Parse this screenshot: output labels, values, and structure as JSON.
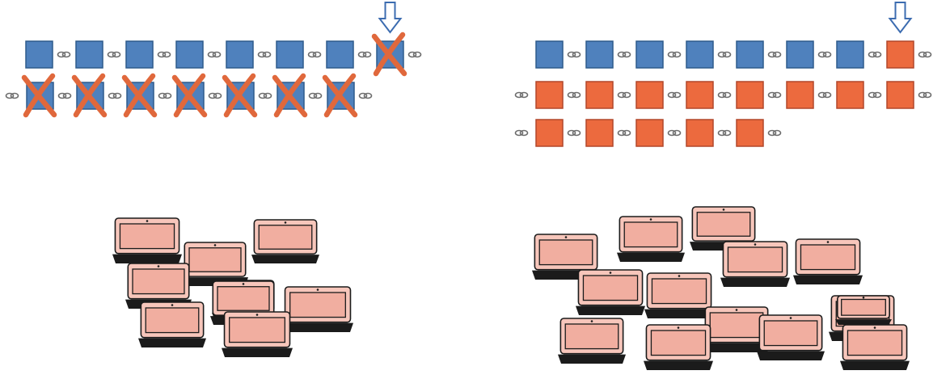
{
  "colors": {
    "blue_block": "#4f81bd",
    "blue_block_border": "#2f5b8c",
    "orange_block": "#ec6a3e",
    "orange_block_border": "#b2472a",
    "cross": "#e0683c",
    "chain_link": "#6d6d6d",
    "arrow_stroke": "#3c6cb0",
    "laptop_screen": "#f1aea0",
    "laptop_body": "#f7c6bb",
    "laptop_outline": "#1b1b1b"
  },
  "icons": {
    "block": "square-block",
    "link": "chain-link-icon",
    "marker": "down-arrow-icon",
    "discard": "x-cross-icon",
    "node": "laptop-icon"
  },
  "left_panel": {
    "chain": [
      [
        "blue",
        "blue",
        "blue",
        "blue",
        "blue",
        "blue",
        "blue",
        "blue-crossed"
      ],
      [
        "blue-crossed",
        "blue-crossed",
        "blue-crossed",
        "blue-crossed",
        "blue-crossed",
        "blue-crossed",
        "blue-crossed"
      ]
    ],
    "marker_block": 7,
    "laptop_count": 9
  },
  "right_panel": {
    "chain": [
      [
        "blue",
        "blue",
        "blue",
        "blue",
        "blue",
        "blue",
        "blue",
        "orange"
      ],
      [
        "orange",
        "orange",
        "orange",
        "orange",
        "orange",
        "orange",
        "orange",
        "orange"
      ],
      [
        "orange",
        "orange",
        "orange",
        "orange",
        "orange"
      ]
    ],
    "marker_block": 7,
    "laptop_count": 14
  }
}
